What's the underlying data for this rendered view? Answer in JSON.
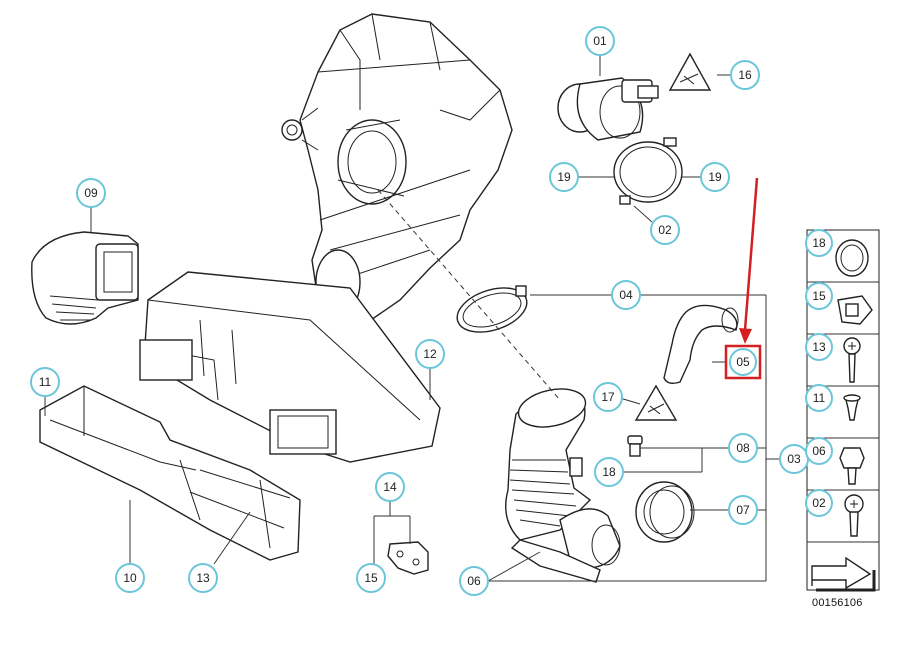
{
  "diagram": {
    "callouts": [
      {
        "id": "c01",
        "label": "01"
      },
      {
        "id": "c16",
        "label": "16"
      },
      {
        "id": "c19a",
        "label": "19"
      },
      {
        "id": "c19b",
        "label": "19"
      },
      {
        "id": "c02a",
        "label": "02"
      },
      {
        "id": "c09",
        "label": "09"
      },
      {
        "id": "c04",
        "label": "04"
      },
      {
        "id": "c12",
        "label": "12"
      },
      {
        "id": "c11a",
        "label": "11"
      },
      {
        "id": "c17",
        "label": "17"
      },
      {
        "id": "c18a",
        "label": "18"
      },
      {
        "id": "c08",
        "label": "08"
      },
      {
        "id": "c03",
        "label": "03"
      },
      {
        "id": "c07",
        "label": "07"
      },
      {
        "id": "c14",
        "label": "14"
      },
      {
        "id": "c10",
        "label": "10"
      },
      {
        "id": "c13a",
        "label": "13"
      },
      {
        "id": "c15a",
        "label": "15"
      },
      {
        "id": "c06a",
        "label": "06"
      },
      {
        "id": "c18b",
        "label": "18"
      },
      {
        "id": "c15b",
        "label": "15"
      },
      {
        "id": "c13b",
        "label": "13"
      },
      {
        "id": "c11b",
        "label": "11"
      },
      {
        "id": "c06b",
        "label": "06"
      },
      {
        "id": "c02b",
        "label": "02"
      }
    ],
    "highlighted_callout": {
      "label": "05",
      "color": "#d42020"
    },
    "reference_number": "00156106",
    "colors": {
      "callout_ring": "#6cc6da",
      "arrow": "#d42020",
      "linework": "#222222"
    }
  }
}
